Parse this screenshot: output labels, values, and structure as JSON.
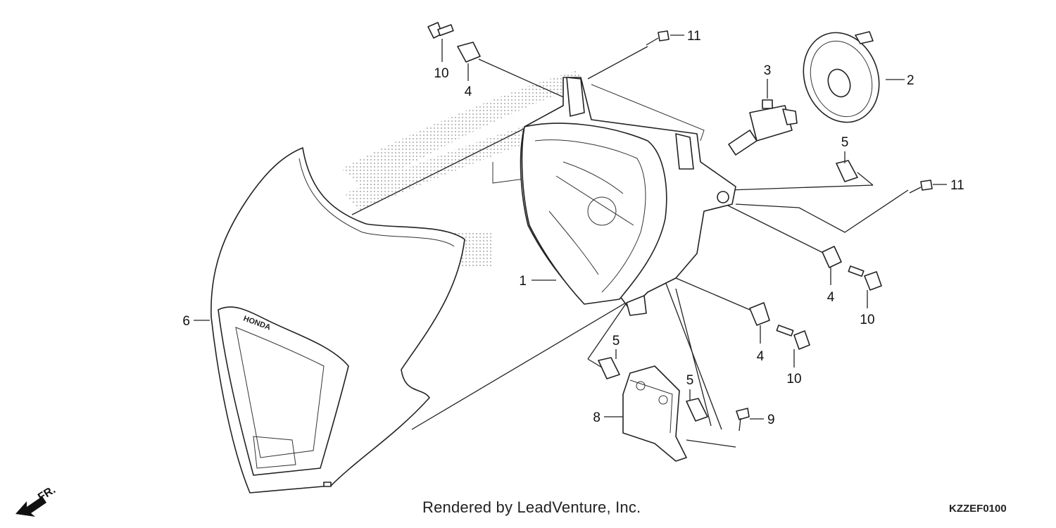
{
  "callouts": [
    {
      "id": "1",
      "label": "1"
    },
    {
      "id": "2",
      "label": "2"
    },
    {
      "id": "3",
      "label": "3"
    },
    {
      "id": "4a",
      "label": "4"
    },
    {
      "id": "4b",
      "label": "4"
    },
    {
      "id": "4c",
      "label": "4"
    },
    {
      "id": "5a",
      "label": "5"
    },
    {
      "id": "5b",
      "label": "5"
    },
    {
      "id": "5c",
      "label": "5"
    },
    {
      "id": "6",
      "label": "6"
    },
    {
      "id": "8",
      "label": "8"
    },
    {
      "id": "9",
      "label": "9"
    },
    {
      "id": "10a",
      "label": "10"
    },
    {
      "id": "10b",
      "label": "10"
    },
    {
      "id": "10c",
      "label": "10"
    },
    {
      "id": "11a",
      "label": "11"
    },
    {
      "id": "11b",
      "label": "11"
    }
  ],
  "direction_label": "FR.",
  "footer": {
    "credit": "Rendered by LeadVenture, Inc.",
    "diagram_code": "KZZEF0100"
  }
}
